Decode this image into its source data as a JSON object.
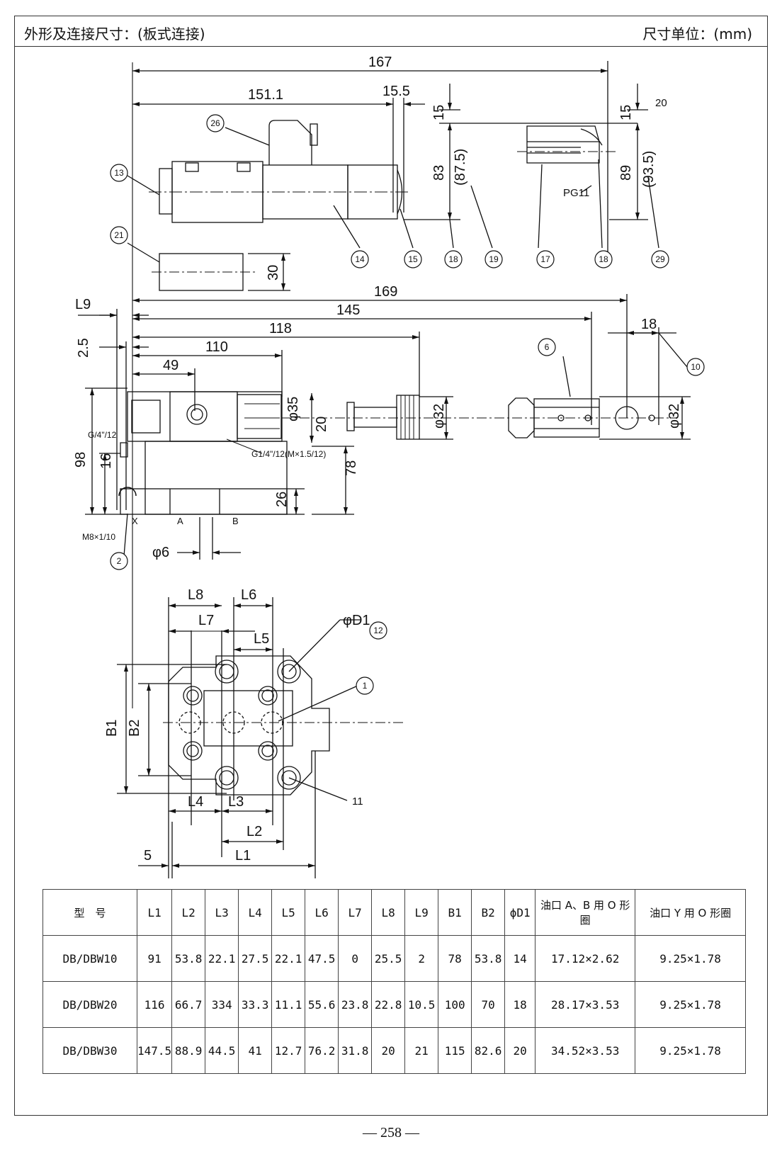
{
  "header": {
    "title": "外形及连接尺寸：(板式连接)",
    "unit": "尺寸单位：(mm)"
  },
  "top_view": {
    "dims": [
      "167",
      "151.1",
      "15.5",
      "15",
      "83",
      "(87.5)",
      "15",
      "89",
      "(93.5)",
      "30"
    ],
    "small_dim": "20",
    "connector_label": "PG11",
    "callouts": [
      "26",
      "13",
      "14",
      "15",
      "18",
      "19",
      "17",
      "18",
      "29",
      "21"
    ]
  },
  "side_view": {
    "dims": [
      "169",
      "145",
      "118",
      "110",
      "49",
      "18",
      "L9",
      "2.5",
      "98",
      "16",
      "26",
      "20",
      "φ35",
      "78",
      "φ32",
      "φ32"
    ],
    "thread_left": "G/4\"/12",
    "thread_mid": "G1/4\"/12(M×1.5/12)",
    "thread_bottom": "M8×1/10",
    "port_labels": [
      "X",
      "A",
      "B"
    ],
    "phi6": "φ6",
    "callouts": [
      "6",
      "10",
      "2"
    ]
  },
  "bottom_view": {
    "dims": [
      "L8",
      "L6",
      "L7",
      "L5",
      "φD1",
      "B1",
      "B2",
      "L4",
      "L3",
      "L2",
      "5",
      "L1"
    ],
    "callouts": [
      "12",
      "1",
      "11"
    ]
  },
  "table": {
    "headers": [
      "型　号",
      "L1",
      "L2",
      "L3",
      "L4",
      "L5",
      "L6",
      "L7",
      "L8",
      "L9",
      "B1",
      "B2",
      "ϕD1",
      "油口 A、B 用 O 形圈",
      "油口 Y 用 O 形圈"
    ],
    "rows": [
      [
        "DB/DBW10",
        "91",
        "53.8",
        "22.1",
        "27.5",
        "22.1",
        "47.5",
        "0",
        "25.5",
        "2",
        "78",
        "53.8",
        "14",
        "17.12×2.62",
        "9.25×1.78"
      ],
      [
        "DB/DBW20",
        "116",
        "66.7",
        "334",
        "33.3",
        "11.1",
        "55.6",
        "23.8",
        "22.8",
        "10.5",
        "100",
        "70",
        "18",
        "28.17×3.53",
        "9.25×1.78"
      ],
      [
        "DB/DBW30",
        "147.5",
        "88.9",
        "44.5",
        "41",
        "12.7",
        "76.2",
        "31.8",
        "20",
        "21",
        "115",
        "82.6",
        "20",
        "34.52×3.53",
        "9.25×1.78"
      ]
    ]
  },
  "page_number": "— 258 —"
}
